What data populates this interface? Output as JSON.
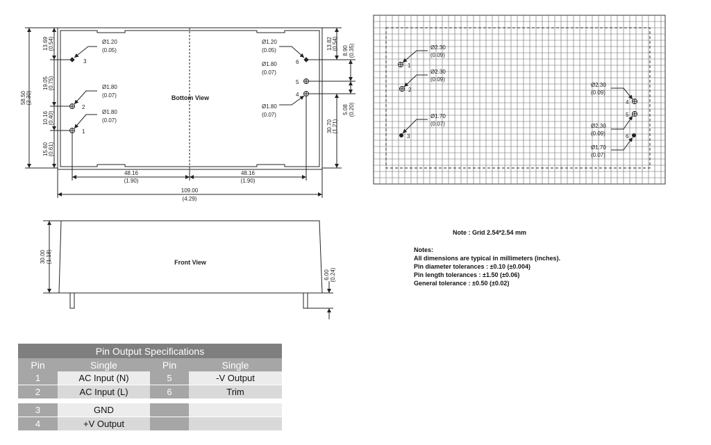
{
  "bottom_view": {
    "title": "Bottom View",
    "dims": {
      "left_top": "13.69",
      "left_top_in": "(0.54)",
      "left_mid": "19.05",
      "left_mid_in": "(0.75)",
      "left_total": "58.50",
      "left_total_in": "(2.30)",
      "left_low": "10.16",
      "left_low_in": "(0.40)",
      "left_bot": "15.60",
      "left_bot_in": "(0.61)",
      "right_top": "13.82",
      "right_top_in": "(0.54)",
      "right_89": "8.90",
      "right_89_in": "(0.35)",
      "right_508": "5.08",
      "right_508_in": "(0.20)",
      "right_3070": "30.70",
      "right_3070_in": "(1.21)",
      "bot_left": "48.16",
      "bot_left_in": "(1.90)",
      "bot_right": "48.16",
      "bot_right_in": "(1.90)",
      "total_width": "109.00",
      "total_width_in": "(4.29)"
    },
    "pins": [
      {
        "num": "3",
        "dia": "Ø1.20",
        "dia_in": "(0.05)"
      },
      {
        "num": "2",
        "dia": "Ø1.80",
        "dia_in": "(0.07)"
      },
      {
        "num": "1",
        "dia": "Ø1.80",
        "dia_in": "(0.07)"
      },
      {
        "num": "6",
        "dia": "Ø1.20",
        "dia_in": "(0.05)"
      },
      {
        "num": "5",
        "dia": "Ø1.80",
        "dia_in": "(0.07)"
      },
      {
        "num": "4",
        "dia": "Ø1.80",
        "dia_in": "(0.07)"
      }
    ]
  },
  "front_view": {
    "title": "Front View",
    "height": "30.00",
    "height_in": "(1.18)",
    "pin_len": "6.00",
    "pin_len_in": "(0.24)"
  },
  "grid_view": {
    "pins": [
      {
        "num": "1",
        "dia": "Ø2.30",
        "dia_in": "(0.09)"
      },
      {
        "num": "2",
        "dia": "Ø2.30",
        "dia_in": "(0.09)"
      },
      {
        "num": "3",
        "dia": "Ø1.70",
        "dia_in": "(0.07)"
      },
      {
        "num": "4",
        "dia": "Ø2.30",
        "dia_in": "(0.09)"
      },
      {
        "num": "5",
        "dia": "Ø2.30",
        "dia_in": "(0.09)"
      },
      {
        "num": "6",
        "dia": "Ø1.70",
        "dia_in": "(0.07)"
      }
    ]
  },
  "grid_note": "Note : Grid 2.54*2.54 mm",
  "notes": {
    "title": "Notes:",
    "lines": [
      "All dimensions are typical in millimeters (inches).",
      "Pin diameter tolerances : ±0.10 (±0.004)",
      "Pin length tolerances : ±1.50 (±0.06)",
      "General tolerance : ±0.50 (±0.02)"
    ]
  },
  "table": {
    "title": "Pin Output Specifications",
    "headers": [
      "Pin",
      "Single",
      "Pin",
      "Single"
    ],
    "rows": [
      [
        "1",
        "AC Input (N)",
        "5",
        "-V Output"
      ],
      [
        "2",
        "AC Input (L)",
        "6",
        "Trim"
      ],
      [
        "3",
        "GND",
        "",
        ""
      ],
      [
        "4",
        "+V Output",
        "",
        ""
      ]
    ]
  }
}
